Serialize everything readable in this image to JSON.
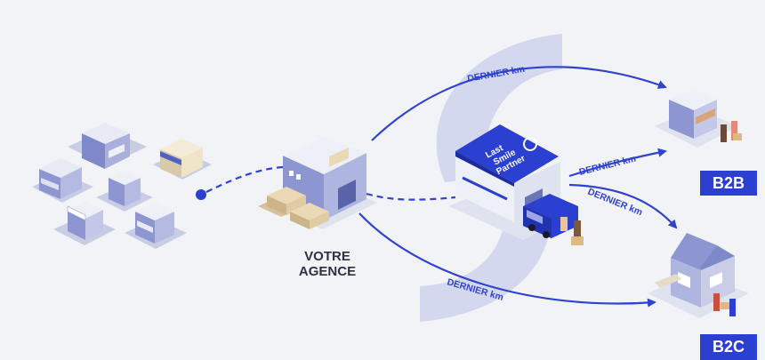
{
  "agency": {
    "label_line1": "VOTRE",
    "label_line2": "AGENCE"
  },
  "routes": [
    {
      "label": "DERNIER km"
    },
    {
      "label": "DERNIER km"
    },
    {
      "label": "DERNIER km"
    },
    {
      "label": "DERNIER km"
    }
  ],
  "badges": {
    "b2b": "B2B",
    "b2c": "B2C"
  },
  "warehouse": {
    "logo_line1": "Last",
    "logo_line2": "Smile",
    "logo_line3": "Partner"
  },
  "colors": {
    "accent": "#2b3fd0",
    "route": "#2f43cc",
    "swoosh": "#d3d8ef",
    "background": "#f2f3f7"
  }
}
